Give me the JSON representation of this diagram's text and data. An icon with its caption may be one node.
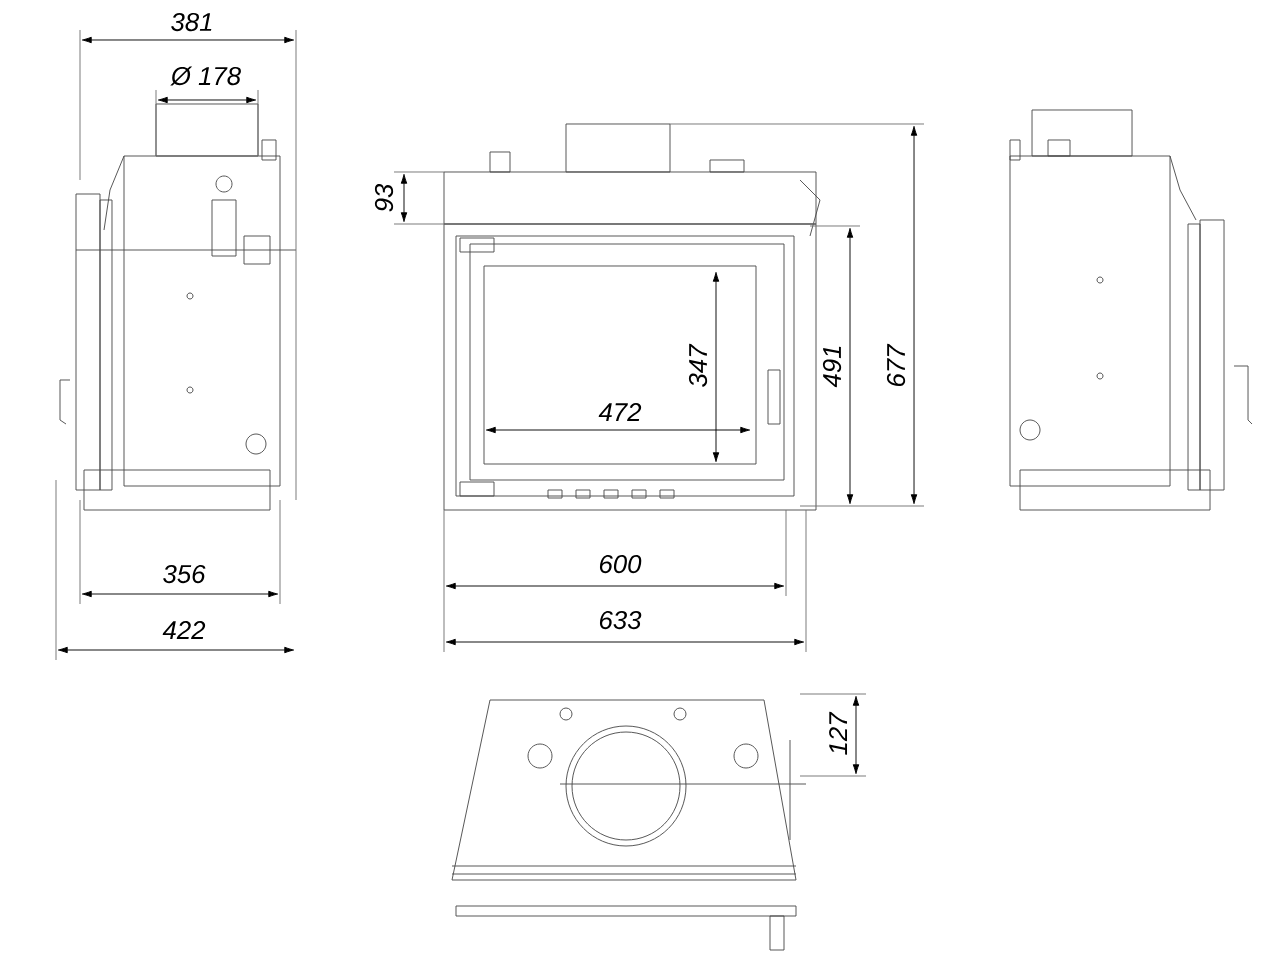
{
  "diagram": {
    "labels": [
      "381",
      "Ø 178",
      "93",
      "347",
      "491",
      "677",
      "472",
      "356",
      "600",
      "422",
      "633",
      "127"
    ]
  }
}
